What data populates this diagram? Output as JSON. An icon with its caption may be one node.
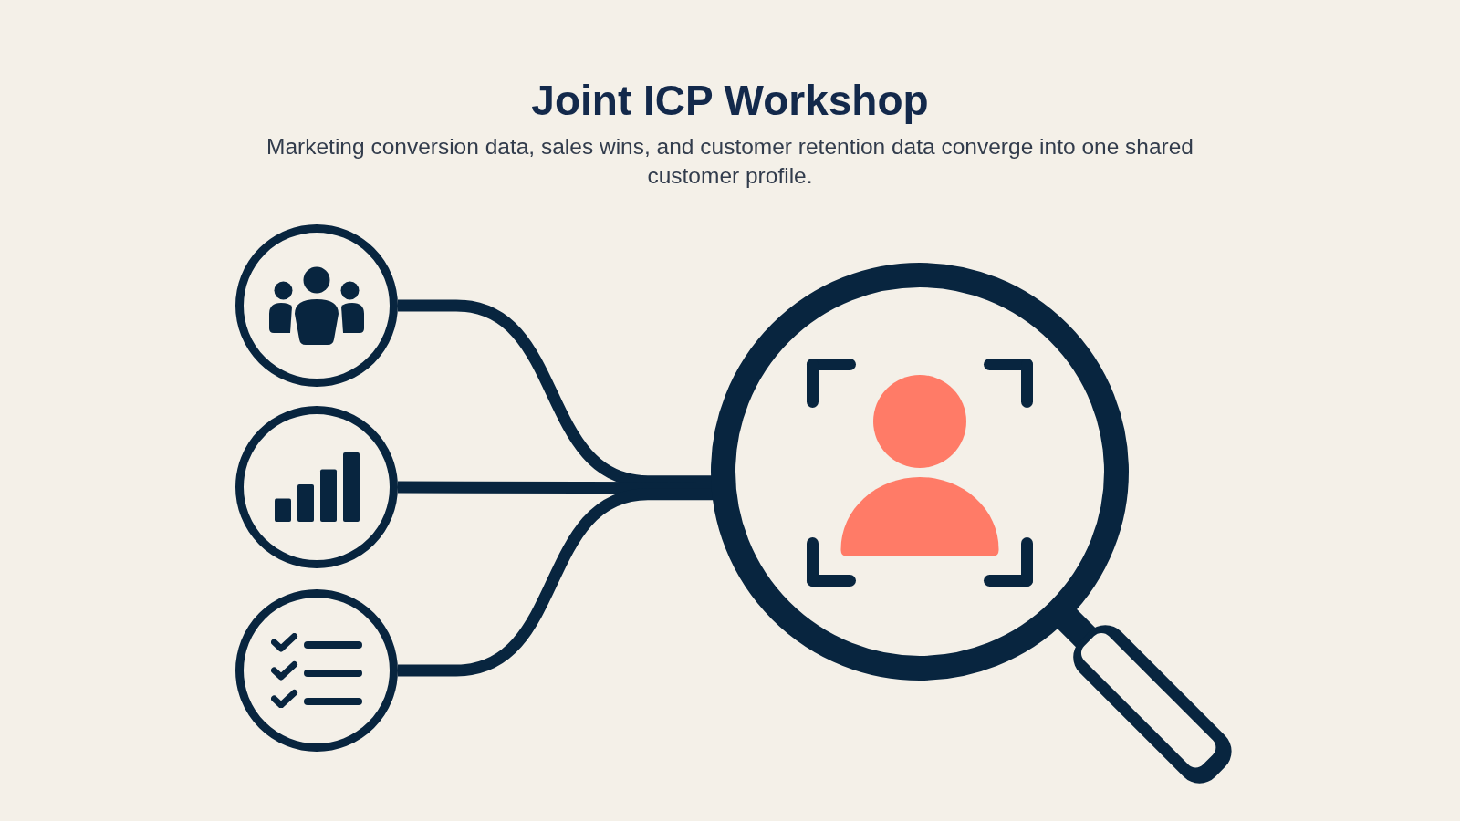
{
  "diagram": {
    "title": "Joint ICP Workshop",
    "caption": "Marketing conversion data, sales wins, and customer retention data converge into one shared customer profile.",
    "nodes": [
      {
        "text": [],
        "shape": "circle"
      },
      {
        "text": [],
        "shape": "circle"
      },
      {
        "text": [],
        "shape": "circle"
      },
      {
        "text": [],
        "shape": "picture"
      }
    ],
    "edges": [
      {
        "from": 0,
        "to": 3,
        "arrow": "none"
      },
      {
        "from": 1,
        "to": 3,
        "arrow": "none"
      },
      {
        "from": 2,
        "to": 3,
        "arrow": "none"
      }
    ]
  }
}
